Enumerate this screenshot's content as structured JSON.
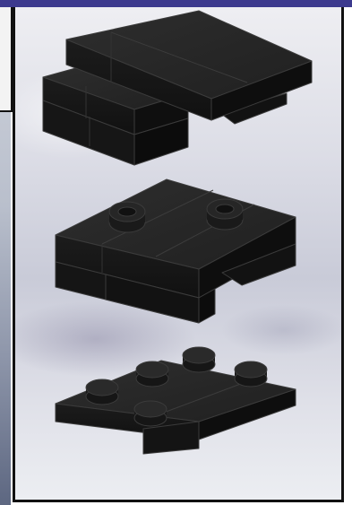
{
  "colors": {
    "header_bar": "#3d3a8e",
    "frame_border": "#111111",
    "brick_top": "#2a2a2a",
    "brick_front": "#1a1a1a",
    "brick_side": "#0f0f0f",
    "brick_edge": "#3a3a3a"
  },
  "icons": [
    "brick-stack-wedge",
    "brick-stack-studded-top",
    "plate-assembly-studs"
  ]
}
